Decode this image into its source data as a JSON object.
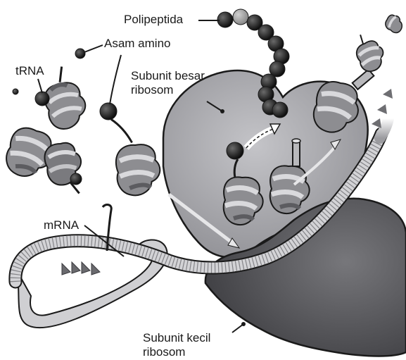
{
  "labels": {
    "polipeptida": "Polipeptida",
    "asam_amino": "Asam amino",
    "trna": "tRNA",
    "subunit_besar_line1": "Subunit besar",
    "subunit_besar_line2": "ribosom",
    "mrna": "mRNA",
    "subunit_kecil_line1": "Subunit kecil",
    "subunit_kecil_line2": "ribosom"
  },
  "colors": {
    "outline": "#1a1a1a",
    "large_subunit": "#a9a9ad",
    "small_subunit": "#58585c",
    "trna_dark": "#5c5c60",
    "trna_mid": "#8d8d91",
    "trna_light": "#d9d9dc",
    "amino_acid": "#151515",
    "amino_acid_highlight": "#9a9a9a",
    "mrna": "#c9c9cc"
  }
}
